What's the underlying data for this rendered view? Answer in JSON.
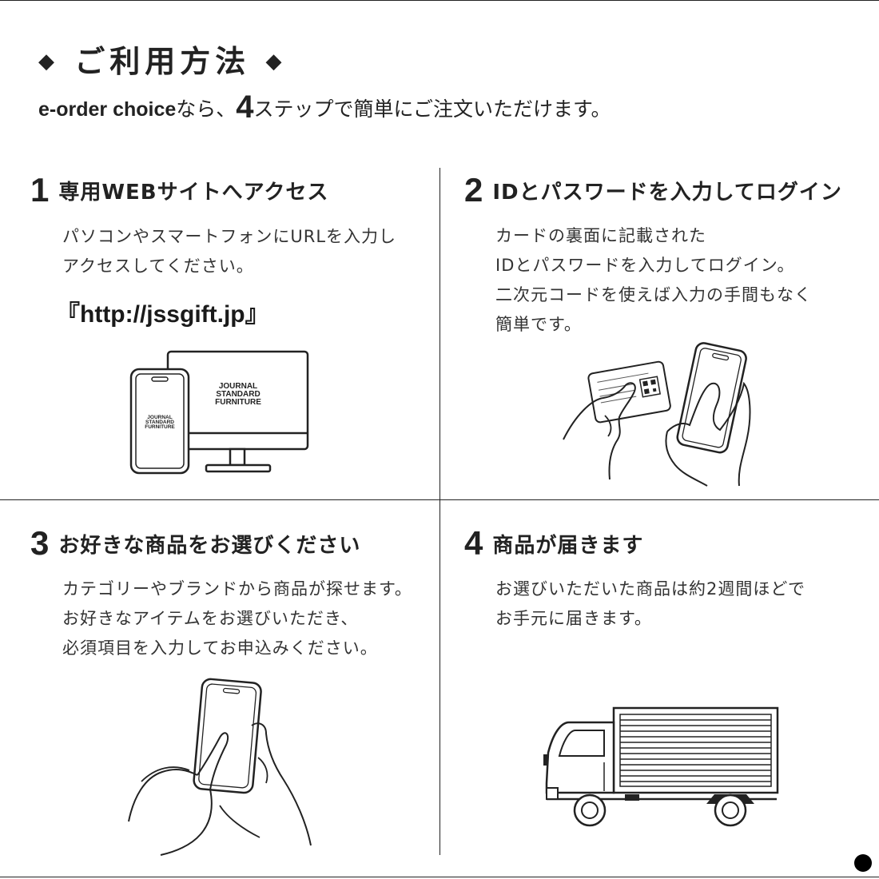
{
  "header": {
    "title": "ご利用方法",
    "diamond": "◆",
    "subtitle_brand": "e-order choice",
    "subtitle_pre": "なら、",
    "subtitle_num": "4",
    "subtitle_post": "ステップで簡単にご注文いただけます。"
  },
  "steps": [
    {
      "number": "1",
      "title": "専用WEBサイトへアクセス",
      "lines": [
        "パソコンやスマートフォンにURLを入力し",
        "アクセスしてください。"
      ],
      "url": "『http://jssgift.jp』",
      "illustration": "computer-and-smartphone",
      "brand_lines": [
        "JOURNAL",
        "STANDARD",
        "FURNITURE"
      ]
    },
    {
      "number": "2",
      "title": "IDとパスワードを入力してログイン",
      "lines": [
        "カードの裏面に記載された",
        "IDとパスワードを入力してログイン。",
        "二次元コードを使えば入力の手間もなく",
        "簡単です。"
      ],
      "illustration": "hands-holding-card-and-phone"
    },
    {
      "number": "3",
      "title": "お好きな商品をお選びください",
      "lines": [
        "カテゴリーやブランドから商品が探せます。",
        "お好きなアイテムをお選びいただき、",
        "必須項目を入力してお申込みください。"
      ],
      "illustration": "hand-tapping-phone"
    },
    {
      "number": "4",
      "title": "商品が届きます",
      "lines": [
        "お選びいただいた商品は約2週間ほどで",
        "お手元に届きます。"
      ],
      "illustration": "delivery-truck"
    }
  ]
}
